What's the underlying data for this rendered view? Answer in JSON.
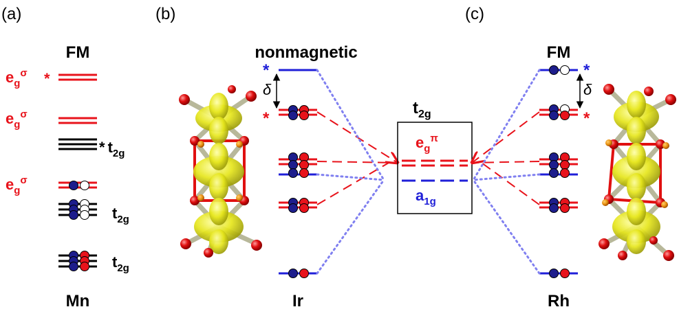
{
  "colors": {
    "red": "#e8131b",
    "blue": "#1f1fd8",
    "navy": "#1d1d8c",
    "black": "#000000",
    "dotted_blue": "#8080f0",
    "yellow": "#e8e81a",
    "oxygen": "#e01010",
    "metal": "#b8b89a"
  },
  "panel_a": {
    "label": "(a)",
    "title": "FM",
    "bottom": "Mn",
    "eg_base": "e",
    "eg_sub": "g",
    "eg_sup": "σ",
    "star": "*",
    "t2g_base": "t",
    "t2g_sub": "2g"
  },
  "panel_b": {
    "label": "(b)",
    "title": "nonmagnetic",
    "bottom": "Ir",
    "delta": "δ",
    "star": "*"
  },
  "center": {
    "title_base": "t",
    "title_sub": "2g",
    "eg_base": "e",
    "eg_sub": "g",
    "eg_sup": "π",
    "a1g_base": "a",
    "a1g_sub": "1g"
  },
  "panel_c": {
    "label": "(c)",
    "title": "FM",
    "bottom": "Rh",
    "delta": "δ",
    "star": "*"
  }
}
